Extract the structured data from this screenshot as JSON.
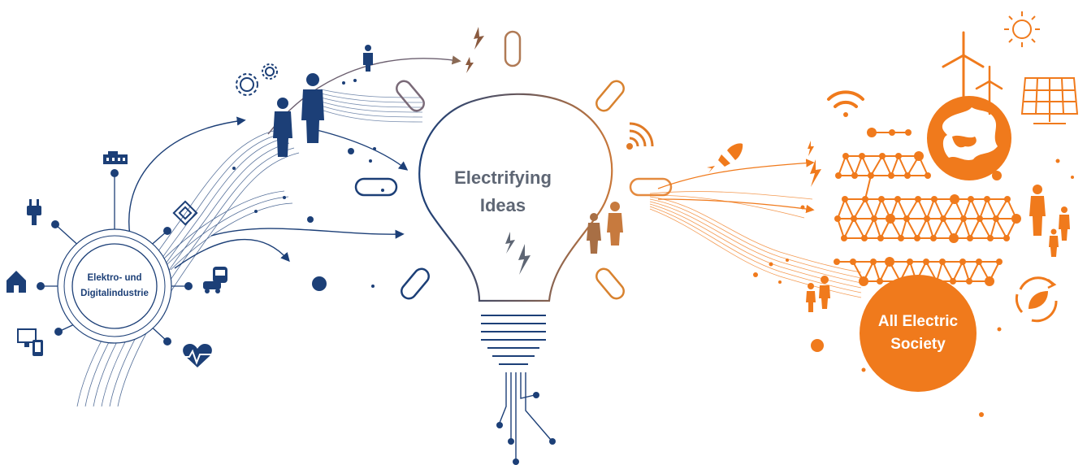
{
  "labels": {
    "left_hub": [
      "Elektro- und",
      "Digitalindustrie"
    ],
    "center_bulb": [
      "Electrifying",
      "Ideas"
    ],
    "right_hub": [
      "All Electric",
      "Society"
    ]
  },
  "colors": {
    "navy": "#1c3f77",
    "navy_light": "#5670a0",
    "orange": "#f07a1c",
    "orange_light": "#f5a25e",
    "brown": "#9a6b48",
    "label_gray": "#5e6674",
    "white": "#ffffff"
  },
  "icons": {
    "left_spokes": [
      "factory-icon",
      "plug-icon",
      "chip-icon",
      "home-icon",
      "train-car-icon",
      "devices-icon",
      "heartbeat-icon"
    ],
    "left_extra": [
      "gears-icon",
      "person-icon"
    ],
    "center": [
      "lightbulb-icon",
      "lightning-bolt-icon",
      "wifi-signal-icon",
      "person-icon"
    ],
    "right": [
      "sun-icon",
      "wind-turbine-icon",
      "solar-panel-icon",
      "globe-europe-icon",
      "wifi-icon",
      "rocket-icon",
      "recycle-leaf-icon",
      "person-icon",
      "network-mesh"
    ]
  }
}
